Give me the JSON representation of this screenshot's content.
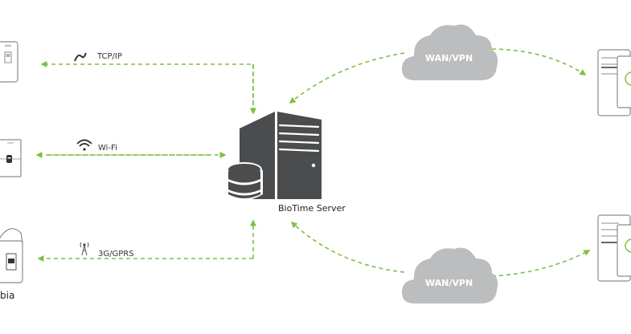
{
  "diagram": {
    "server": {
      "label": "BioTime Server",
      "icon": "server-database-icon"
    },
    "links_left": [
      {
        "id": "tcpip",
        "label": "TCP/IP",
        "icon": "cable-icon"
      },
      {
        "id": "wifi",
        "label": "Wi-Fi",
        "icon": "wifi-icon"
      },
      {
        "id": "gprs",
        "label": "3G/GPRS",
        "icon": "antenna-icon"
      }
    ],
    "clouds": [
      {
        "id": "top",
        "label": "WAN/VPN"
      },
      {
        "id": "bottom",
        "label": "WAN/VPN"
      }
    ],
    "devices_left": [
      {
        "id": "device-1",
        "label": ""
      },
      {
        "id": "device-2",
        "label": ""
      },
      {
        "id": "device-3",
        "label": "bia"
      }
    ],
    "devices_right": [
      {
        "id": "terminal-top"
      },
      {
        "id": "terminal-bottom"
      }
    ],
    "colors": {
      "arrow": "#7dc142",
      "server": "#4a4c4e",
      "cloud": "#bcbdbf",
      "device_outline": "#8a8c8e",
      "accent_ring": "#7dc142"
    }
  }
}
